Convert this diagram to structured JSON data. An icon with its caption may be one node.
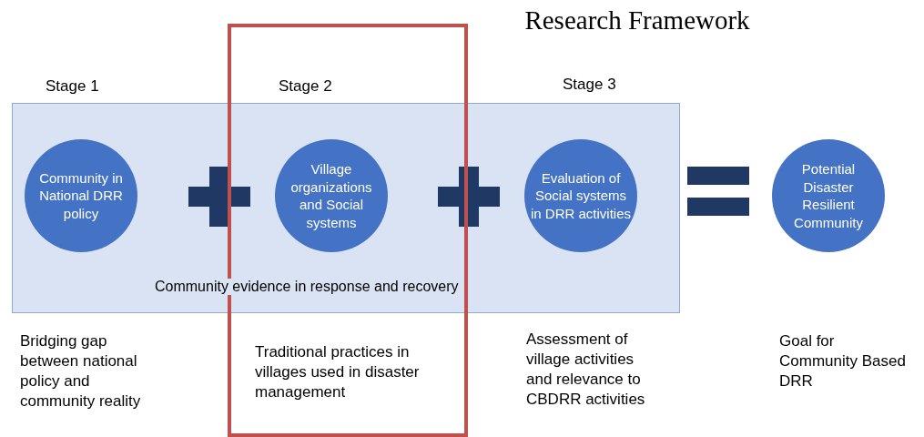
{
  "diagram": {
    "title": "Research Framework",
    "nodes": [
      {
        "text": [],
        "shape": "box"
      },
      {
        "text": [
          "Community in National DRR policy"
        ],
        "in": 0
      },
      {
        "text": [
          "Village organizations and Social systems"
        ]
      },
      {
        "text": [
          "Evaluation of Social systems in DRR activities"
        ],
        "in": 0
      },
      {
        "text": [
          "Potential Disaster Resilient Community"
        ]
      },
      {
        "text": [
          "Traditional practices in villages used in disaster management"
        ]
      }
    ],
    "labels": [
      "Community evidence in response and recovery",
      "Stage 1",
      "Stage 2",
      "Stage 3",
      "Bridging gap between national policy and community reality",
      "Assessment of village activities and relevance to CBDRR activities",
      "Goal for Community Based DRR"
    ]
  }
}
